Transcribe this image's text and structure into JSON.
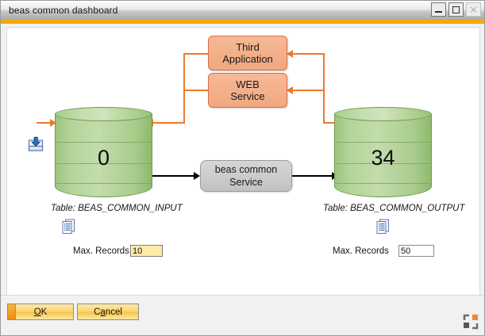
{
  "window": {
    "title": "beas common dashboard",
    "buttons": {
      "minimize": {
        "name": "minimize",
        "glyph": "_"
      },
      "maximize": {
        "name": "maximize",
        "glyph": "□"
      },
      "close": {
        "name": "close",
        "glyph": "✕"
      }
    },
    "accent_color": "#f5a800"
  },
  "diagram": {
    "boxes": [
      {
        "id": "third-application",
        "line1": "Third",
        "line2": "Application",
        "fill": "#f0a87f",
        "border": "#d4714a"
      },
      {
        "id": "web-service",
        "line1": "WEB",
        "line2": "Service",
        "fill": "#f0a87f",
        "border": "#d4714a"
      }
    ],
    "service": {
      "line1": "beas common",
      "line2": "Service",
      "fill": "#c6c6c6",
      "border": "#9b9b9b"
    },
    "cylinders": [
      {
        "id": "input",
        "count": "0",
        "table_label": "Table: BEAS_COMMON_INPUT",
        "fill": "#b5d49a",
        "border": "#6f9c4e",
        "max_records_label": "Max. Records",
        "max_records_value": "10",
        "highlighted": true
      },
      {
        "id": "output",
        "count": "34",
        "table_label": "Table: BEAS_COMMON_OUTPUT",
        "fill": "#b5d49a",
        "border": "#6f9c4e",
        "max_records_label": "Max. Records",
        "max_records_value": "50",
        "highlighted": false
      }
    ],
    "connector_color": "#ec7a2d",
    "flow_color": "#000000",
    "icons": {
      "import": "import-tray-icon",
      "document_left": "document-list-icon",
      "document_right": "document-list-icon"
    }
  },
  "footer": {
    "ok": {
      "label": "OK",
      "accel": "O"
    },
    "cancel": {
      "label": "Cancel",
      "accel": "a"
    },
    "grip": "resize-grip-icon"
  }
}
